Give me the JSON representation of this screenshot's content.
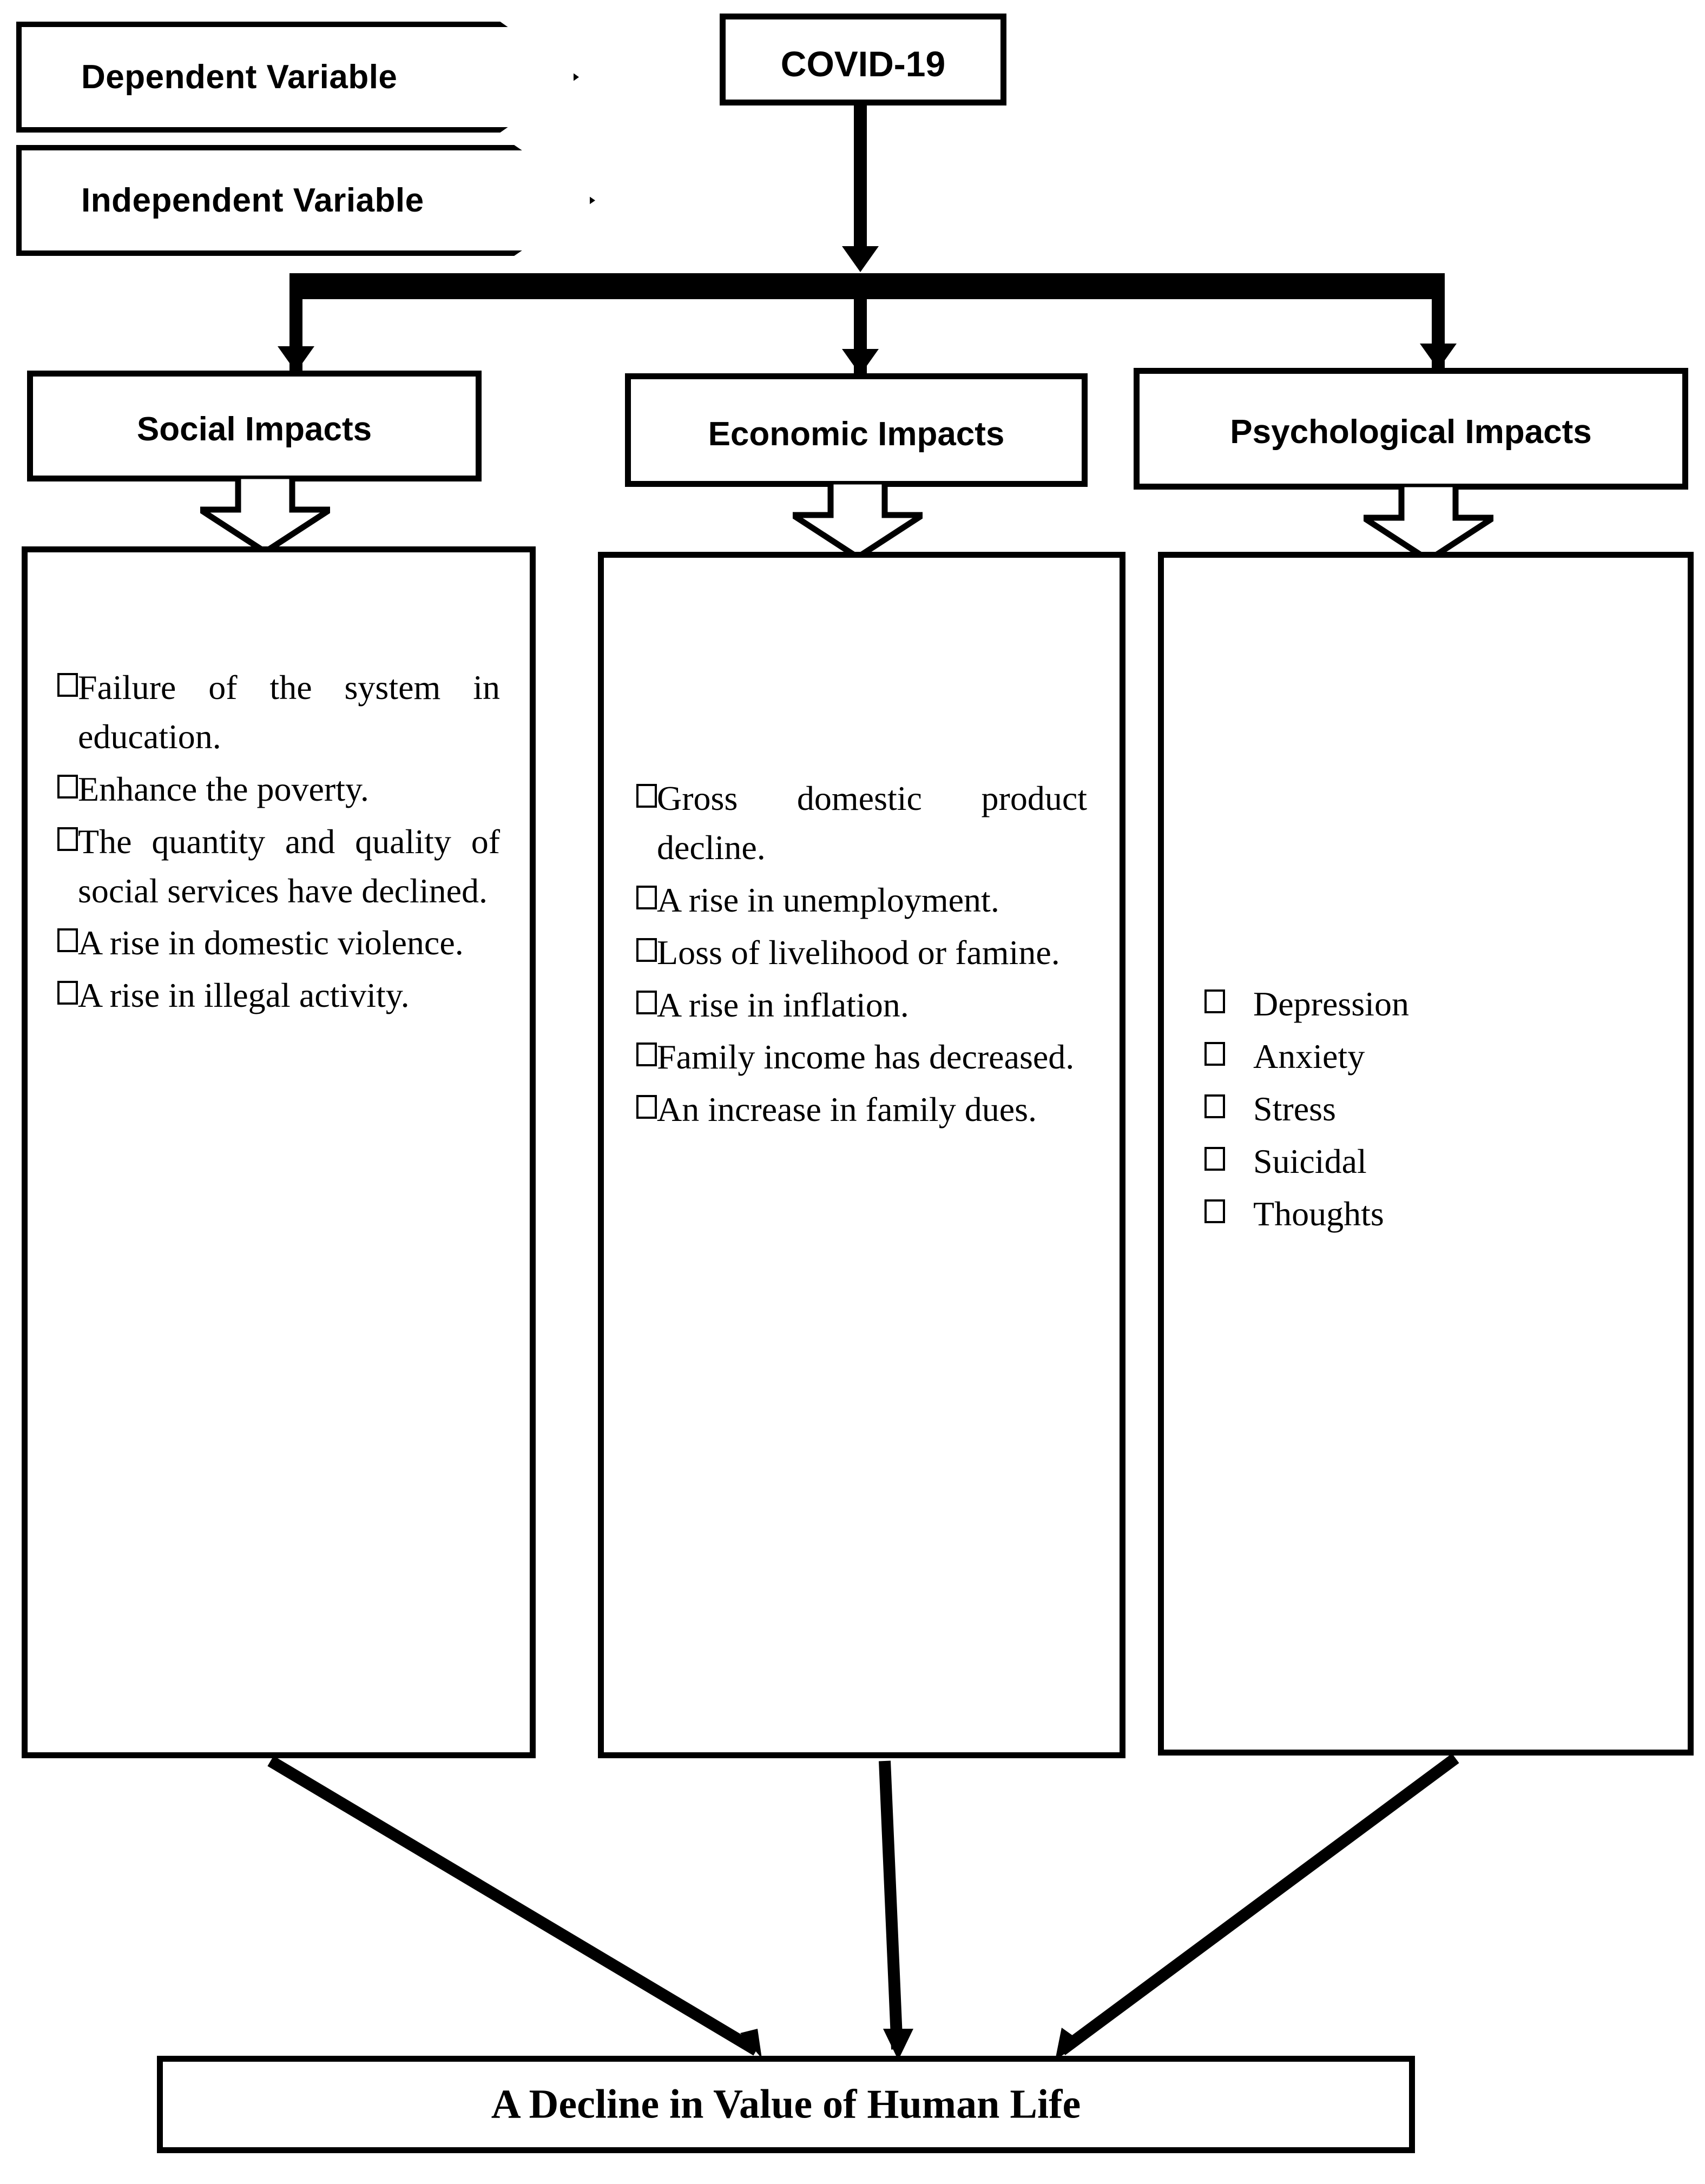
{
  "legend": {
    "items": [
      {
        "label": "Dependent Variable",
        "shape": "chevron"
      },
      {
        "label": "Independent Variable",
        "shape": "chevron"
      }
    ]
  },
  "root_node": {
    "label": "COVID-19"
  },
  "branches": [
    {
      "category": "Social Impacts",
      "items": [
        "Failure of the system in education.",
        "Enhance the poverty.",
        "The quantity and quality of social services have declined.",
        "A rise in domestic violence.",
        "A rise in illegal activity."
      ]
    },
    {
      "category": "Economic Impacts",
      "items": [
        "Gross domestic product decline.",
        "A rise in unemployment.",
        "Loss of livelihood or famine.",
        "A rise in inflation.",
        "Family income has decreased.",
        "An increase in family dues."
      ]
    },
    {
      "category": "Psychological Impacts",
      "items": [
        "Depression",
        "Anxiety",
        "Stress",
        "Suicidal",
        "Thoughts"
      ]
    }
  ],
  "outcome": {
    "label": "A Decline in Value of Human Life"
  },
  "colors": {
    "stroke": "#000000",
    "fill": "#ffffff"
  }
}
